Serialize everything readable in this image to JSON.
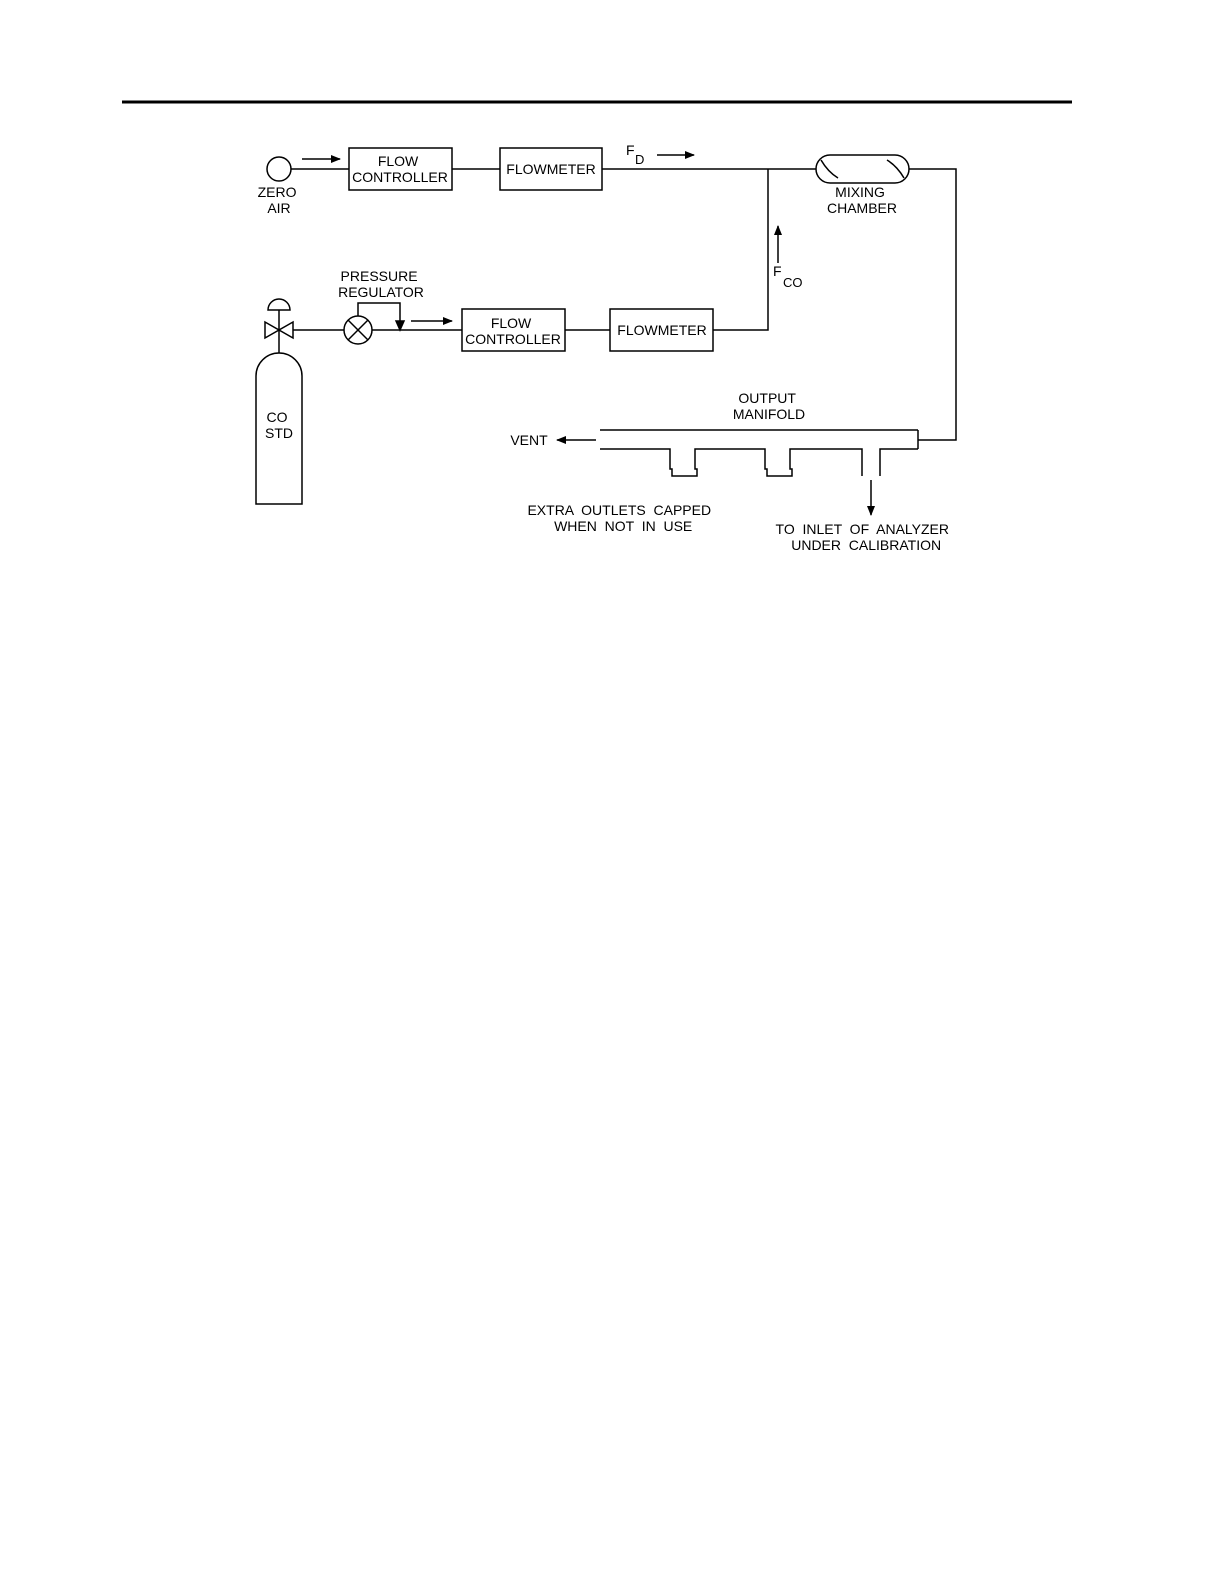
{
  "labels": {
    "zero_air": [
      "ZERO",
      "AIR"
    ],
    "flow_controller_top": [
      "FLOW",
      "CONTROLLER"
    ],
    "flowmeter_top": "FLOWMETER",
    "fd_main": "F",
    "fd_sub": "D",
    "mixing_chamber": [
      "MIXING",
      "CHAMBER"
    ],
    "fco_main": "F",
    "fco_sub": "CO",
    "pressure_regulator": [
      "PRESSURE",
      "REGULATOR"
    ],
    "flow_controller_bottom": [
      "FLOW",
      "CONTROLLER"
    ],
    "flowmeter_bottom": "FLOWMETER",
    "co_std": [
      "CO",
      "STD"
    ],
    "output_manifold": [
      "OUTPUT",
      "MANIFOLD"
    ],
    "vent": "VENT",
    "extra_outlets": [
      "EXTRA  OUTLETS  CAPPED",
      "WHEN  NOT  IN  USE"
    ],
    "analyzer_inlet": [
      "TO  INLET  OF  ANALYZER",
      "UNDER  CALIBRATION"
    ]
  }
}
